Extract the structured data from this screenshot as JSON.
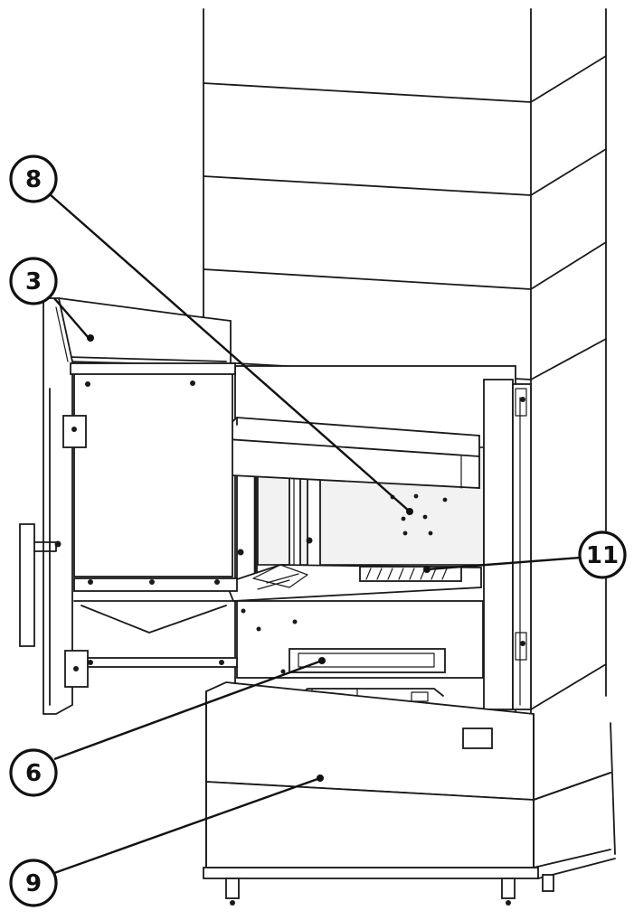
{
  "callouts": [
    {
      "id": "c8",
      "label": "8"
    },
    {
      "id": "c3",
      "label": "3"
    },
    {
      "id": "c11",
      "label": "11"
    },
    {
      "id": "c6",
      "label": "6"
    },
    {
      "id": "c9",
      "label": "9"
    }
  ],
  "colors": {
    "line": "#1a1a1a",
    "background": "#ffffff"
  }
}
